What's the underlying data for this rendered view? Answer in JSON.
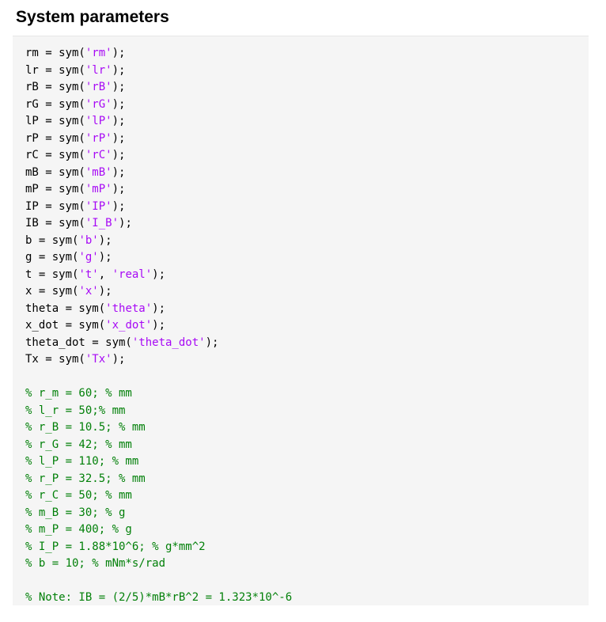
{
  "section": {
    "title": "System parameters"
  },
  "code": {
    "assignments": [
      {
        "lhs": "rm = sym(",
        "arg": "'rm'",
        "rest": ");"
      },
      {
        "lhs": "lr = sym(",
        "arg": "'lr'",
        "rest": ");"
      },
      {
        "lhs": "rB = sym(",
        "arg": "'rB'",
        "rest": ");"
      },
      {
        "lhs": "rG = sym(",
        "arg": "'rG'",
        "rest": ");"
      },
      {
        "lhs": "lP = sym(",
        "arg": "'lP'",
        "rest": ");"
      },
      {
        "lhs": "rP = sym(",
        "arg": "'rP'",
        "rest": ");"
      },
      {
        "lhs": "rC = sym(",
        "arg": "'rC'",
        "rest": ");"
      },
      {
        "lhs": "mB = sym(",
        "arg": "'mB'",
        "rest": ");"
      },
      {
        "lhs": "mP = sym(",
        "arg": "'mP'",
        "rest": ");"
      },
      {
        "lhs": "IP = sym(",
        "arg": "'IP'",
        "rest": ");"
      },
      {
        "lhs": "IB = sym(",
        "arg": "'I_B'",
        "rest": ");"
      },
      {
        "lhs": "b = sym(",
        "arg": "'b'",
        "rest": ");"
      },
      {
        "lhs": "g = sym(",
        "arg": "'g'",
        "rest": ");"
      },
      {
        "lhs": "t = sym(",
        "arg": "'t'",
        "mid": ", ",
        "arg2": "'real'",
        "rest": ");"
      },
      {
        "lhs": "x = sym(",
        "arg": "'x'",
        "rest": ");"
      },
      {
        "lhs": "theta = sym(",
        "arg": "'theta'",
        "rest": ");"
      },
      {
        "lhs": "x_dot = sym(",
        "arg": "'x_dot'",
        "rest": ");"
      },
      {
        "lhs": "theta_dot = sym(",
        "arg": "'theta_dot'",
        "rest": ");"
      },
      {
        "lhs": "Tx = sym(",
        "arg": "'Tx'",
        "rest": ");"
      }
    ],
    "comments": [
      "% r_m = 60; % mm",
      "% l_r = 50;% mm",
      "% r_B = 10.5; % mm",
      "% r_G = 42; % mm",
      "% l_P = 110; % mm",
      "% r_P = 32.5; % mm",
      "% r_C = 50; % mm",
      "% m_B = 30; % g",
      "% m_P = 400; % g",
      "% I_P = 1.88*10^6; % g*mm^2",
      "% b = 10; % mNm*s/rad"
    ],
    "note": "% Note: IB = (2/5)*mB*rB^2 = 1.323*10^-6"
  },
  "colors": {
    "string": "#a709f5",
    "comment": "#028009",
    "code_background": "#f5f5f5"
  }
}
